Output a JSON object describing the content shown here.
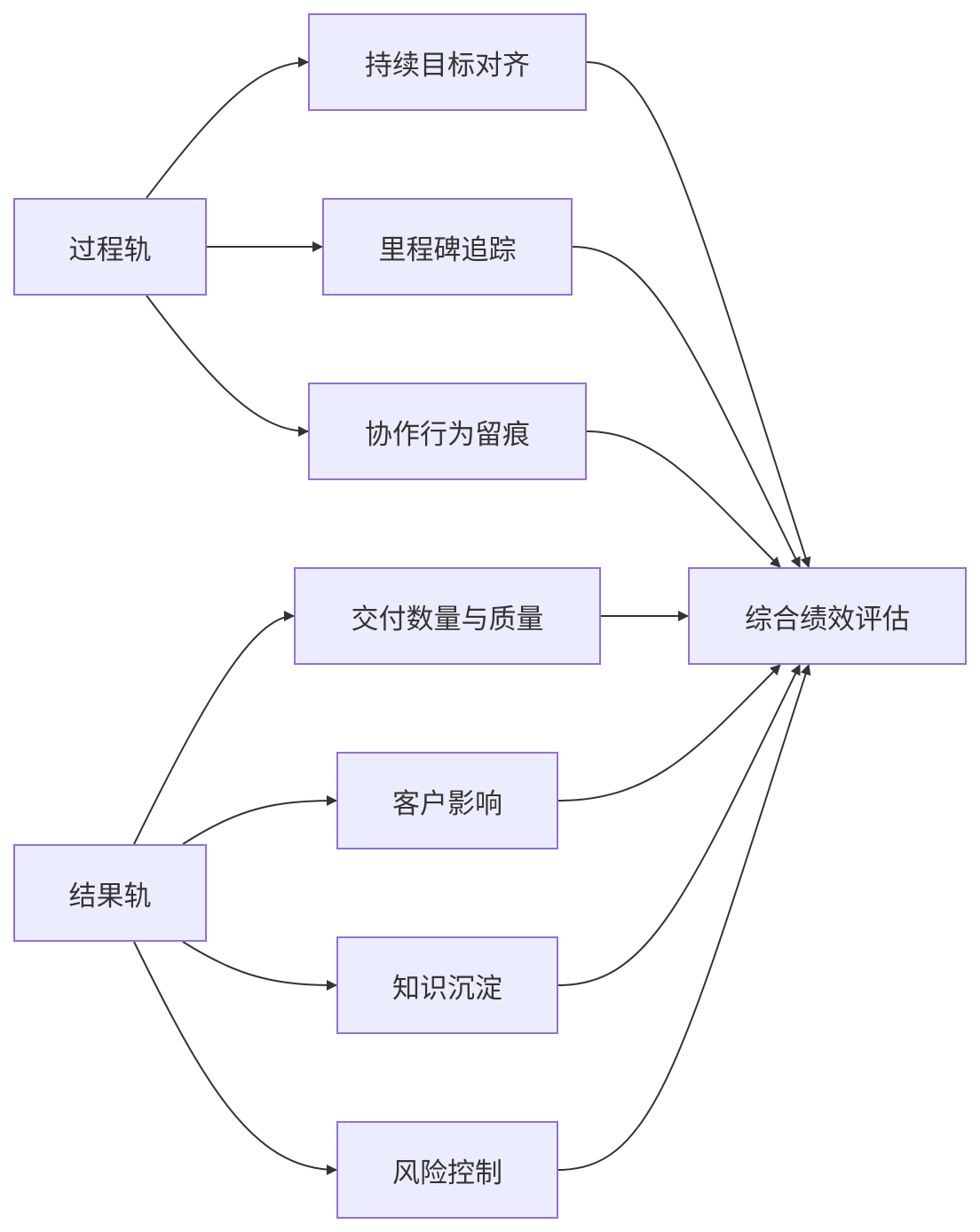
{
  "nodes": {
    "process_track": "过程轨",
    "result_track": "结果轨",
    "goal_alignment": "持续目标对齐",
    "milestone_tracking": "里程碑追踪",
    "collab_trace": "协作行为留痕",
    "delivery": "交付数量与质量",
    "customer_impact": "客户影响",
    "knowledge": "知识沉淀",
    "risk_control": "风险控制",
    "overall_eval": "综合绩效评估"
  },
  "colors": {
    "node_fill": "#ececff",
    "node_border": "#9370db",
    "edge": "#333333",
    "text": "#333333"
  }
}
